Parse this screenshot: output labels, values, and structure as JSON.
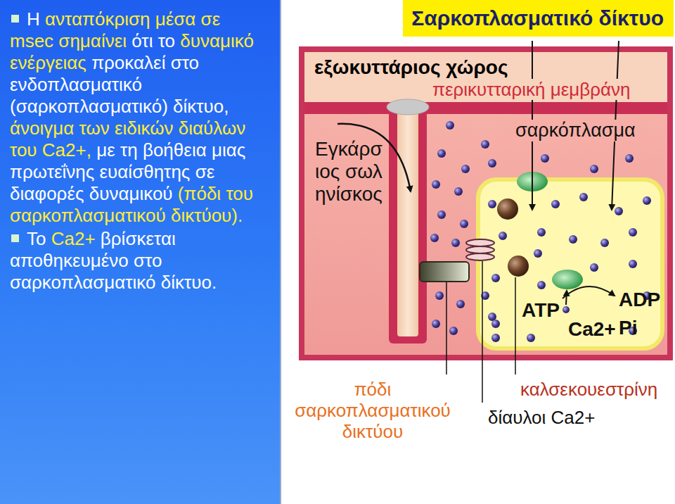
{
  "diagram": {
    "title": "Σαρκοπλασματικό δίκτυο",
    "nodes": [
      {
        "text": [
          "Η ανταπόκριση μέσα σε msec σημαίνει ότι το δυναμικό ενέργειας προκαλεί στο ενδοπλασματικό (σαρκοπλασματικό) δίκτυο, άνοιγμα των ειδικών διαύλων του Ca2+, με τη βοήθεια μιας πρωτεΐνης ευαίσθητης σε διαφορές δυναμικού (πόδι του σαρκοπλασματικού δικτύου).",
          "Το Ca2+ βρίσκεται αποθηκευμένο στο σαρκοπλασματικό δίκτυο."
        ]
      },
      {
        "text": [
          "Σαρκοπλασματικό δίκτυο"
        ]
      }
    ],
    "labels": [
      "εξωκυττάριος χώρος",
      "περικυτταρική μεμβράνη",
      "σαρκόπλασμα",
      "Εγκάρσιος σωληνίσκος",
      "ATP",
      "Ca2+",
      "ADP",
      "Pi",
      "πόδι σαρκοπλασματικού δικτύου",
      "καλσεκουεστρίνη",
      "δίαυλοι Ca2+"
    ]
  }
}
